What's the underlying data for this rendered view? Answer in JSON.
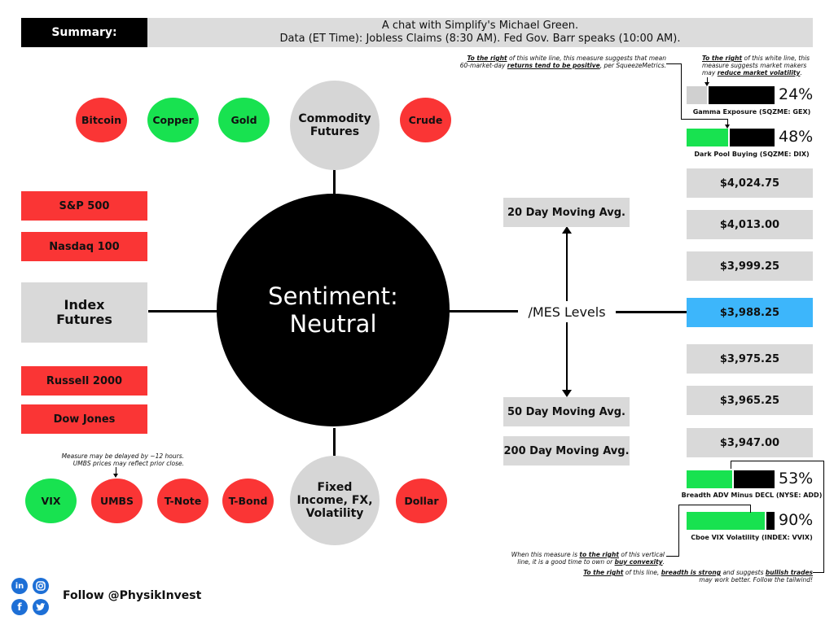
{
  "header": {
    "label": "Summary:",
    "line1": "A chat with Simplify's Michael Green.",
    "line2": "Data (ET Time): Jobless Claims (8:30 AM). Fed Gov. Barr speaks (10:00 AM)."
  },
  "center": {
    "line1": "Sentiment:",
    "line2": "Neutral"
  },
  "commodity": {
    "hub_line1": "Commodity",
    "hub_line2": "Futures",
    "items": [
      {
        "label": "Bitcoin",
        "status": "red"
      },
      {
        "label": "Copper",
        "status": "green"
      },
      {
        "label": "Gold",
        "status": "green"
      },
      {
        "label": "Crude",
        "status": "red"
      }
    ]
  },
  "index": {
    "hub_line1": "Index",
    "hub_line2": "Futures",
    "items": [
      {
        "label": "S&P 500",
        "status": "red"
      },
      {
        "label": "Nasdaq 100",
        "status": "red"
      },
      {
        "label": "Russell 2000",
        "status": "red"
      },
      {
        "label": "Dow Jones",
        "status": "red"
      }
    ]
  },
  "fixed": {
    "hub_line1": "Fixed",
    "hub_line2": "Income, FX,",
    "hub_line3": "Volatility",
    "items": [
      {
        "label": "VIX",
        "status": "green"
      },
      {
        "label": "UMBS",
        "status": "red"
      },
      {
        "label": "T-Note",
        "status": "red"
      },
      {
        "label": "T-Bond",
        "status": "red"
      },
      {
        "label": "Dollar",
        "status": "red"
      }
    ],
    "umbs_note_line1": "Measure may be delayed by ~12 hours.",
    "umbs_note_line2": "UMBS prices may reflect prior close."
  },
  "mes": {
    "label": "/MES Levels",
    "averages": [
      "20 Day Moving Avg.",
      "50 Day Moving Avg.",
      "200 Day Moving Avg."
    ],
    "levels": [
      {
        "value": "$4,024.75",
        "current": false
      },
      {
        "value": "$4,013.00",
        "current": false
      },
      {
        "value": "$3,999.25",
        "current": false
      },
      {
        "value": "$3,988.25",
        "current": true
      },
      {
        "value": "$3,975.25",
        "current": false
      },
      {
        "value": "$3,965.25",
        "current": false
      },
      {
        "value": "$3,947.00",
        "current": false
      }
    ]
  },
  "gauges": {
    "gex": {
      "percent": 24,
      "pct_label": "24%",
      "caption": "Gamma Exposure (SQZME: GEX)",
      "fill_color": "#d0d0d0"
    },
    "dix": {
      "percent": 48,
      "pct_label": "48%",
      "caption": "Dark Pool Buying (SQZME: DIX)",
      "fill_color": "#18e250"
    },
    "add": {
      "percent": 53,
      "pct_label": "53%",
      "caption": "Breadth ADV Minus DECL (NYSE: ADD)",
      "fill_color": "#18e250"
    },
    "vvix": {
      "percent": 90,
      "pct_label": "90%",
      "caption": "Cboe VIX Volatility (INDEX: VVIX)",
      "fill_color": "#18e250"
    }
  },
  "notes": {
    "dix_a": "To the right",
    "dix_b": " of this white line, this measure suggests that mean",
    "dix_c": "60-market-day ",
    "dix_d": "returns tend to be positive",
    "dix_e": ", per SqueezeMetrics.",
    "gex_a": "To the right",
    "gex_b": " of this white line, this",
    "gex_c": "measure suggests market makers",
    "gex_d": "may ",
    "gex_e": "reduce market volatility",
    "gex_f": ".",
    "vvix_a": "When this measure is ",
    "vvix_b": "to the right",
    "vvix_c": " of this vertical",
    "vvix_d": "line, it is a good time to own or ",
    "vvix_e": "buy convexity",
    "vvix_f": ".",
    "add_a": "To the right",
    "add_b": " of this line, ",
    "add_c": "breadth is strong",
    "add_d": " and suggests ",
    "add_e": "bullish trades",
    "add_f": "may work better. Follow the tailwind!"
  },
  "footer": {
    "follow": "Follow @PhysikInvest",
    "icons": [
      "linkedin-icon",
      "instagram-icon",
      "facebook-icon",
      "twitter-icon"
    ]
  },
  "colors": {
    "red": "#fa3535",
    "green": "#18e250",
    "grey": "#d9d9d9",
    "current": "#3db6fb",
    "black": "#000000"
  }
}
